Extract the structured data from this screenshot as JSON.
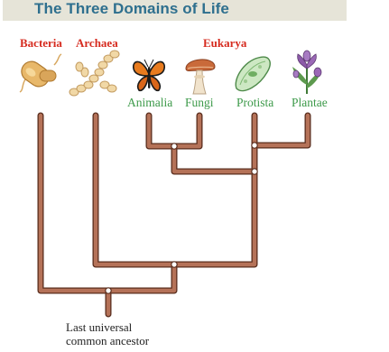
{
  "title": "The Three Domains of Life",
  "domains": {
    "bacteria": "Bacteria",
    "archaea": "Archaea",
    "eukarya": "Eukarya"
  },
  "kingdoms": {
    "animalia": "Animalia",
    "fungi": "Fungi",
    "protista": "Protista",
    "plantae": "Plantae"
  },
  "root_label": {
    "line1": "Last universal",
    "line2": "common ancestor"
  },
  "icons": [
    "bacterium-icon",
    "archaea-chain-icon",
    "butterfly-icon",
    "mushroom-icon",
    "paramecium-icon",
    "flower-icon"
  ],
  "colors": {
    "title": "#2e6f8e",
    "title_bar": "#e6e4d8",
    "domain_label": "#d62b1f",
    "kingdom_label": "#3d9a4a",
    "branch_fill": "#b57258",
    "branch_outline": "#5a2e1e",
    "node": "#ffffff"
  }
}
